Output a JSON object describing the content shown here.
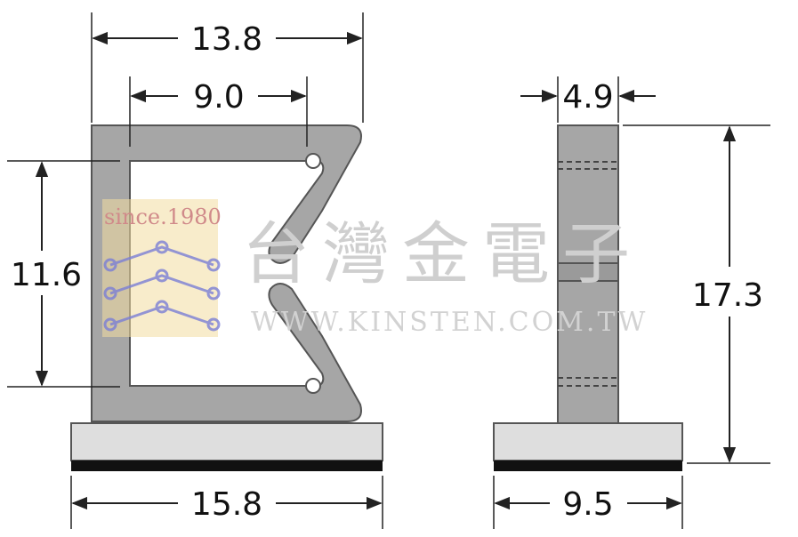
{
  "dimensions": {
    "top_outer_width": "13.8",
    "top_inner_width": "9.0",
    "inner_height": "11.6",
    "base_width_front": "15.8",
    "side_thickness": "4.9",
    "total_height": "17.3",
    "base_width_side": "9.5"
  },
  "watermark": {
    "since": "since.1980",
    "company": "台灣金電子",
    "website": "WWW.KINSTEN.COM.TW"
  },
  "colors": {
    "body": "#a6a6a6",
    "base": "#dedede",
    "tape": "#111111",
    "logo_yellow": "#f3dca0",
    "logo_blue": "#7b7fd6"
  }
}
